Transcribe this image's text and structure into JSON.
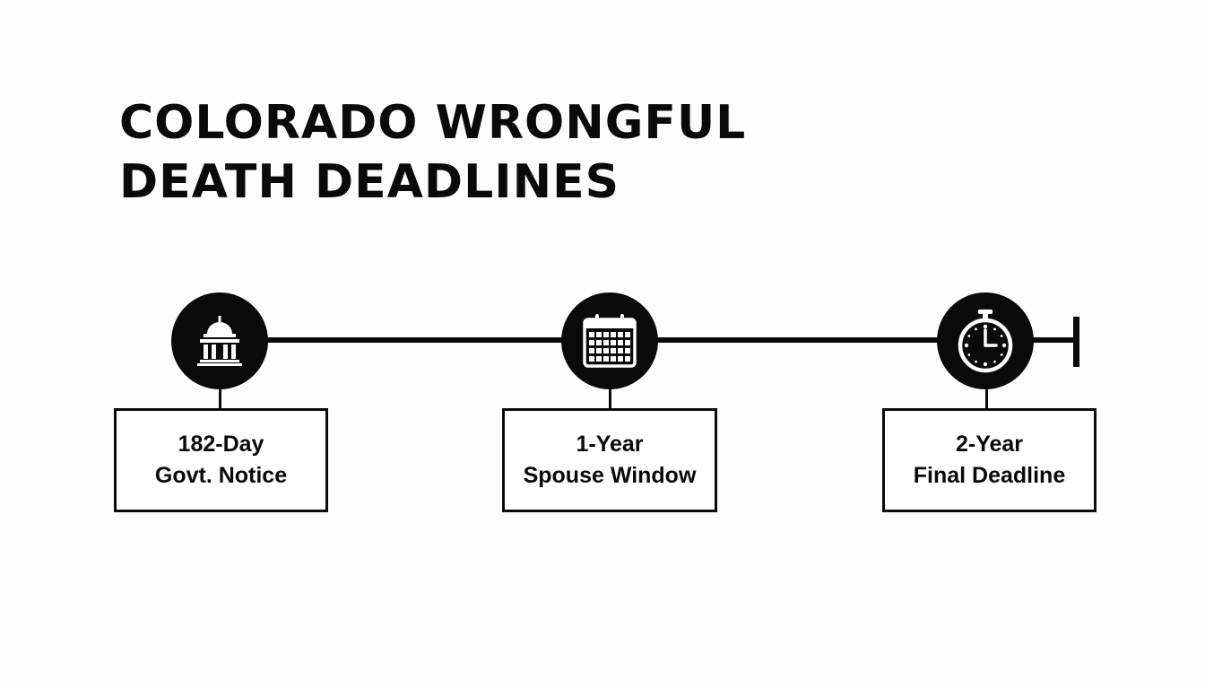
{
  "title": {
    "line1": "COLORADO WRONGFUL",
    "line2": "DEATH DEADLINES"
  },
  "milestones": [
    {
      "icon": "courthouse-icon",
      "label_line1": "182-Day",
      "label_line2": "Govt. Notice"
    },
    {
      "icon": "calendar-icon",
      "label_line1": "1-Year",
      "label_line2": "Spouse Window"
    },
    {
      "icon": "stopwatch-icon",
      "label_line1": "2-Year",
      "label_line2": "Final Deadline"
    }
  ],
  "colors": {
    "ink": "#0a0a0a",
    "background": "#fdfdfd"
  }
}
